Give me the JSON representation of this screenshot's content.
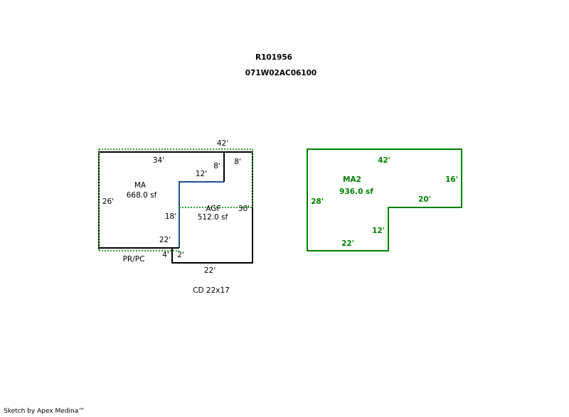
{
  "header": {
    "parcel_id": "R101956",
    "map_number": "071W02AC06100"
  },
  "sketch1": {
    "ma": {
      "label": "MA",
      "area": "668.0 sf",
      "dims": [
        "34'",
        "8'",
        "12'",
        "18'",
        "22'",
        "26'"
      ]
    },
    "agf": {
      "label": "AGF",
      "area": "512.0 sf",
      "dims": [
        "8'",
        "30'",
        "22'",
        "4'",
        "2'"
      ]
    },
    "outer_dim": "42'",
    "prpc_label": "PR/PC",
    "caption": "CD 22x17"
  },
  "sketch2": {
    "label": "MA2",
    "area": "936.0 sf",
    "dims": [
      "42'",
      "16'",
      "20'",
      "12'",
      "22'",
      "28'"
    ],
    "color": "#008000"
  },
  "footer": "Sketch by Apex Medina™",
  "colors": {
    "outline": "#000000",
    "step": "#1f4e8c",
    "dotted": "#2e9e2e"
  }
}
